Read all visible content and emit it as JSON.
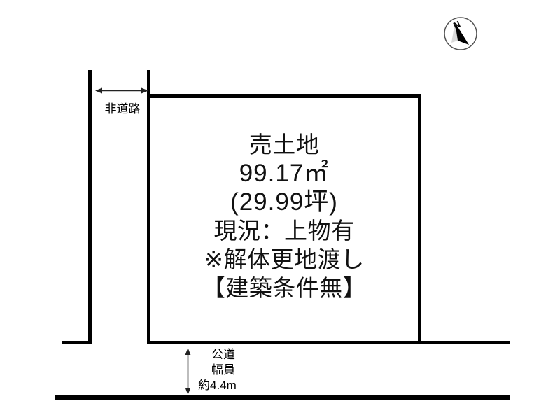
{
  "diagram": {
    "title_text": "売土地",
    "colors": {
      "line": "#000000",
      "background": "#ffffff",
      "text": "#111111",
      "arrow": "#222222"
    },
    "parcel": {
      "lines": [
        {
          "text": "売土地",
          "kind": "heading"
        },
        {
          "text": "99.17㎡",
          "kind": "area_sqm"
        },
        {
          "text": "(29.99坪)",
          "kind": "area_tsubo"
        },
        {
          "text": "現況：上物有",
          "kind": "condition"
        },
        {
          "text": "※解体更地渡し",
          "kind": "note"
        },
        {
          "text": "【建築条件無】",
          "kind": "note"
        }
      ],
      "area_sqm_value": "99.17",
      "area_sqm_unit": "㎡",
      "area_tsubo_value": "29.99",
      "area_tsubo_unit": "坪"
    },
    "non_road": {
      "label": "非道路",
      "arrow_name": "horizontal-double-arrow"
    },
    "public_road": {
      "line1": "公道",
      "line2": "幅員",
      "line3": "約4.4m",
      "width_value": "4.4",
      "width_unit": "m",
      "arrow_name": "vertical-double-arrow"
    },
    "compass": {
      "letter": "N",
      "icon_name": "compass-north-icon"
    }
  }
}
